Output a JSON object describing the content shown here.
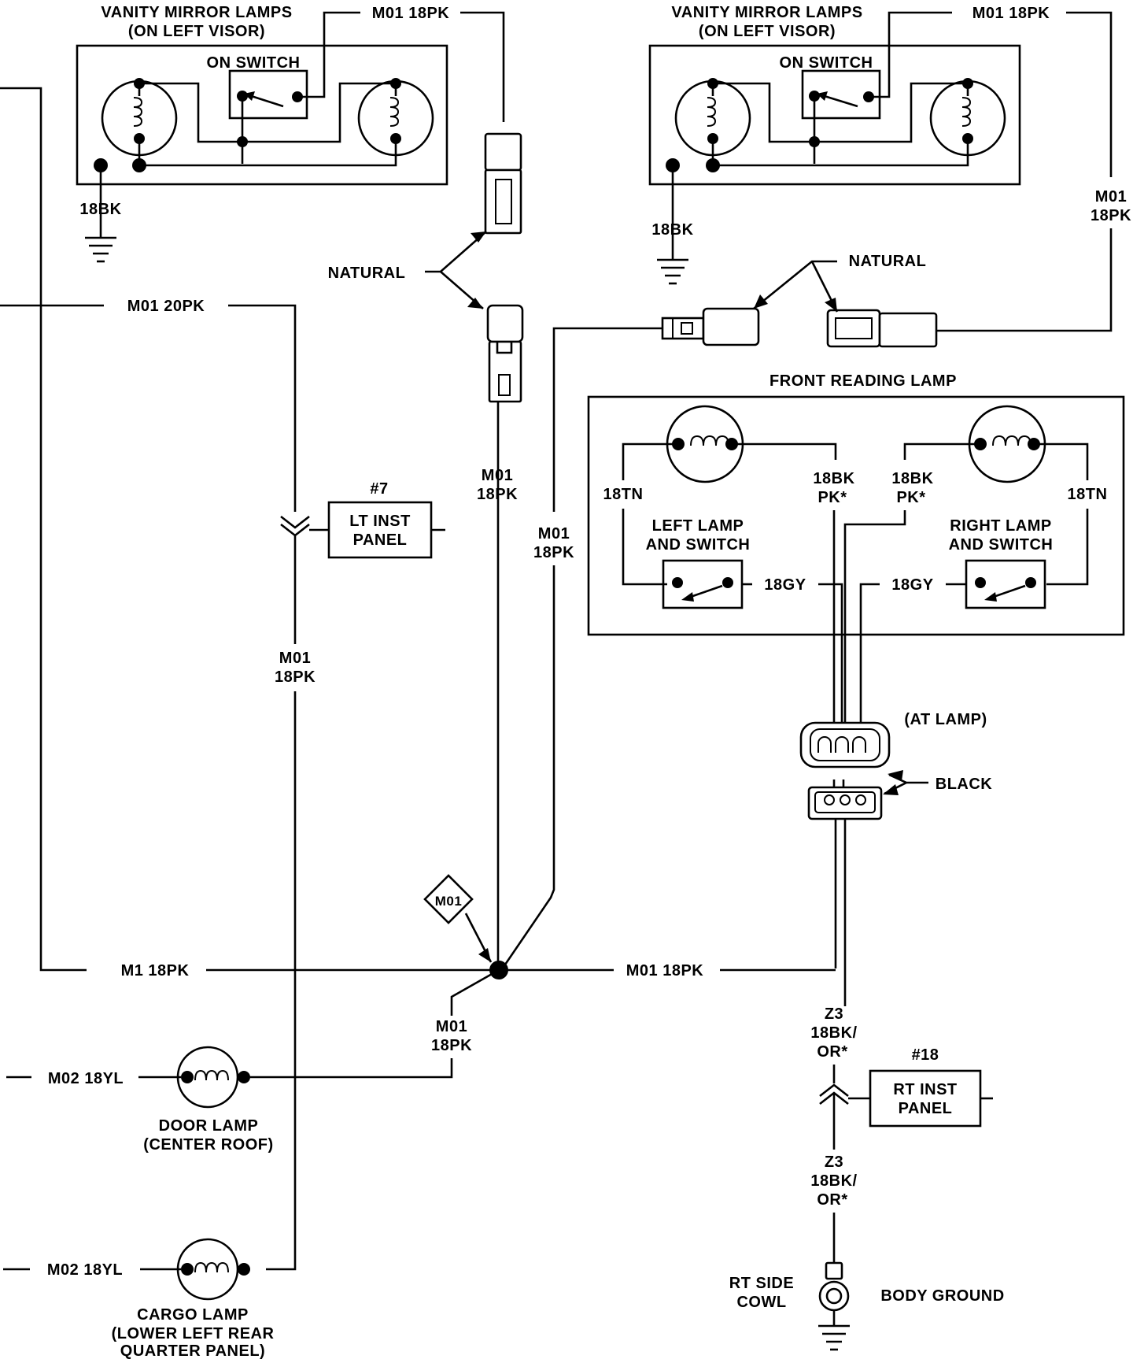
{
  "vanity_left": {
    "title": "VANITY MIRROR LAMPS",
    "subtitle": "(ON LEFT VISOR)",
    "switch_label": "ON SWITCH",
    "feed_wire": "M01 18PK",
    "ground_wire": "18BK"
  },
  "vanity_right": {
    "title": "VANITY MIRROR LAMPS",
    "subtitle": "(ON LEFT VISOR)",
    "switch_label": "ON SWITCH",
    "feed_wire": "M01 18PK",
    "ground_wire": "18BK",
    "riser_code": "M01",
    "riser_gauge": "18PK"
  },
  "connectors": {
    "natural_left": "NATURAL",
    "natural_right": "NATURAL",
    "black": "BLACK",
    "at_lamp": "(AT LAMP)"
  },
  "wires": {
    "m01_20pk": "M01 20PK",
    "left_bus_code": "M01",
    "left_bus_gauge": "18PK",
    "center_code": "M01",
    "center_gauge": "18PK",
    "mid_code": "M01",
    "mid_gauge": "18PK",
    "m1_18pk": "M1 18PK",
    "m01_18pk_right": "M01 18PK",
    "splice_tag": "M01",
    "lower_code": "M01",
    "lower_gauge": "18PK",
    "m02_door": "M02 18YL",
    "m02_cargo": "M02 18YL",
    "z3_top_code": "Z3",
    "z3_top_gauge": "18BK/",
    "z3_top_color": "OR*",
    "z3_bot_code": "Z3",
    "z3_bot_gauge": "18BK/",
    "z3_bot_color": "OR*"
  },
  "inline_left": {
    "ref": "#7",
    "line1": "LT INST",
    "line2": "PANEL"
  },
  "inline_right": {
    "ref": "#18",
    "line1": "RT INST",
    "line2": "PANEL"
  },
  "reading_lamp": {
    "title": "FRONT READING LAMP",
    "left_switch_1": "LEFT LAMP",
    "left_switch_2": "AND SWITCH",
    "right_switch_1": "RIGHT LAMP",
    "right_switch_2": "AND SWITCH",
    "left_tn": "18TN",
    "right_tn": "18TN",
    "left_bk": "18BK",
    "left_pk": "PK*",
    "right_bk": "18BK",
    "right_pk": "PK*",
    "left_gy": "18GY",
    "right_gy": "18GY"
  },
  "door_lamp": {
    "line1": "DOOR LAMP",
    "line2": "(CENTER ROOF)"
  },
  "cargo_lamp": {
    "line1": "CARGO LAMP",
    "line2": "(LOWER LEFT REAR",
    "line3": "QUARTER PANEL)"
  },
  "ground": {
    "loc1": "RT SIDE",
    "loc2": "COWL",
    "label": "BODY GROUND"
  }
}
